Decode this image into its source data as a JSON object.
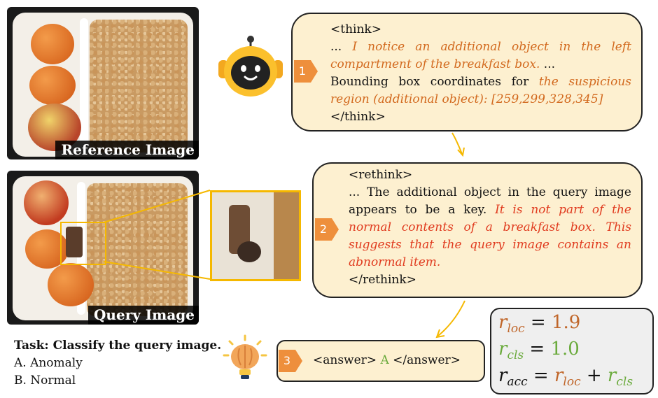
{
  "images": {
    "reference_label": "Reference Image",
    "query_label": "Query Image"
  },
  "think_box": {
    "badge": "1",
    "open_tag": "<think>",
    "line1_prefix": "... ",
    "line1_italic": "I notice an additional object in the left compartment of the breakfast box.",
    "line1_suffix": " ...",
    "line2_prefix": "Bounding box coordinates for ",
    "line2_italic": "the suspicious region (additional object): [259,299,328,345]",
    "close_tag": "</think>"
  },
  "rethink_box": {
    "badge": "2",
    "open_tag": "<rethink>",
    "plain_text": "... The additional object in the query image appears to be a key. ",
    "italic_text": "It is not part of the normal contents of a breakfast box. This suggests that the query image contains an abnormal item.",
    "close_tag": "</rethink>"
  },
  "answer_box": {
    "badge": "3",
    "open_tag": "<answer>",
    "answer": "A",
    "close_tag": "</answer>"
  },
  "task": {
    "title": "Task: Classify the query image.",
    "option_a": "A.  Anomaly",
    "option_b": "B.  Normal"
  },
  "rewards": {
    "r_loc_value": "1.9",
    "r_cls_value": "1.0"
  },
  "colors": {
    "loc": "#c0662a",
    "cls": "#6aaa3c",
    "highlight": "#f5b800",
    "bubble": "#fdf0d0"
  },
  "icons": [
    "robot-icon",
    "lightbulb-brain-icon"
  ]
}
